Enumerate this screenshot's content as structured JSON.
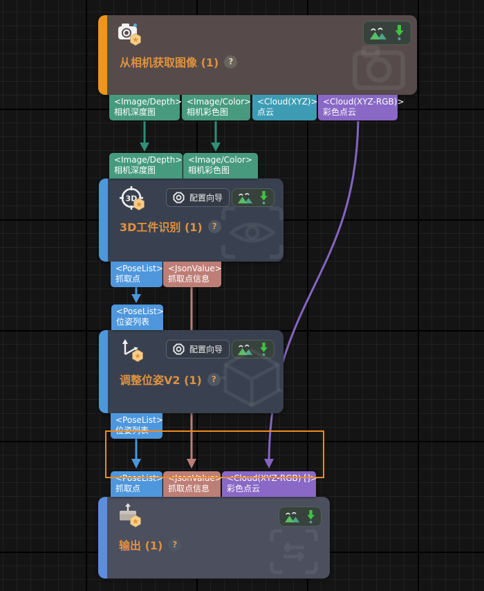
{
  "canvas": {
    "type": "node-graph-editor"
  },
  "colors": {
    "background": "#141414",
    "grid_minor": "#2a2a2a",
    "grid_major": "#000000",
    "camera_node_body": "#564b4a",
    "camera_node_bar": "#f0941f",
    "step_node_body": "#394150",
    "output_node_body": "#4b4f5e",
    "node_bar_blue": "#4f97dc",
    "title_orange": "#e0923e",
    "port_teal": "#479a7e",
    "port_cyan": "#3d9cb4",
    "port_purple": "#8968c6",
    "port_blue": "#4f97dc",
    "port_salmon": "#bd7e76",
    "wire_teal": "#2e9078",
    "wire_blue": "#4b96db",
    "wire_salmon": "#bd7e76",
    "wire_purple": "#8465c2",
    "selection_orange": "#f28a1c",
    "button_green_arrow": "#3ec43e"
  },
  "icons": {
    "star_badge": "★"
  },
  "nodes": {
    "camera": {
      "title": "从相机获取图像 (1)",
      "help": "?"
    },
    "recognize": {
      "title": "3D工件识别 (1)",
      "help": "?",
      "config_label": "配置向导"
    },
    "adjust": {
      "title": "调整位姿V2 (1)",
      "help": "?",
      "config_label": "配置向导"
    },
    "output": {
      "title": "输出 (1)",
      "help": "?"
    }
  },
  "ports": {
    "cam_out_depth": {
      "type": "<Image/Depth>",
      "label": "相机深度图"
    },
    "cam_out_color": {
      "type": "<Image/Color>",
      "label": "相机彩色图"
    },
    "cam_out_cloud": {
      "type": "<Cloud(XYZ)>",
      "label": "点云"
    },
    "cam_out_cloudrgb": {
      "type": "<Cloud(XYZ-RGB)>",
      "label": "彩色点云"
    },
    "rec_in_depth": {
      "type": "<Image/Depth>",
      "label": "相机深度图"
    },
    "rec_in_color": {
      "type": "<Image/Color>",
      "label": "相机彩色图"
    },
    "rec_out_poses": {
      "type": "<PoseList>",
      "label": "抓取点"
    },
    "rec_out_info": {
      "type": "<JsonValue>",
      "label": "抓取点信息"
    },
    "adj_in_poses": {
      "type": "<PoseList>",
      "label": "位姿列表"
    },
    "adj_out_poses": {
      "type": "<PoseList>",
      "label": "位姿列表"
    },
    "out_in_poses": {
      "type": "<PoseList>",
      "label": "抓取点"
    },
    "out_in_info": {
      "type": "<JsonValue>",
      "label": "抓取点信息"
    },
    "out_in_cloudrgb": {
      "type": "<Cloud(XYZ-RGB) []>",
      "label": "彩色点云"
    }
  }
}
